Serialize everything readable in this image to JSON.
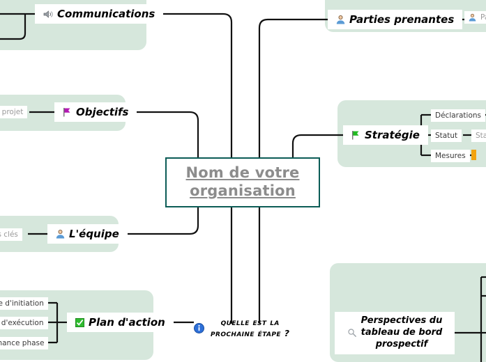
{
  "document": {
    "type": "mind-map",
    "language": "fr",
    "center": {
      "line1": "Nom de votre",
      "line2": "organisation",
      "border_color": "#0b5c56",
      "text_color": "#8c8c8c"
    },
    "panel_color": "#d6e7dc",
    "link_color": "#111111"
  },
  "branches": {
    "communications": {
      "label": "Communications",
      "icon": "speaker-icon"
    },
    "parties_prenantes": {
      "label": "Parties prenantes",
      "icon": "person-icon",
      "children": [
        {
          "label": "Par",
          "icon": "person-icon",
          "clipped": true
        }
      ]
    },
    "objectifs": {
      "label": "Objectifs",
      "icon": "flag-icon",
      "icon_color": "#b319b3",
      "children": [
        {
          "label": "du projet",
          "clipped": true
        }
      ]
    },
    "strategie": {
      "label": "Stratégie",
      "icon": "flag-icon",
      "icon_color": "#22bb22",
      "children": [
        {
          "label": "Déclarations"
        },
        {
          "label": "Statut",
          "child": {
            "label": "Sta",
            "clipped": true
          }
        },
        {
          "label": "Mesures"
        }
      ]
    },
    "equipe": {
      "label": "L'équipe",
      "icon": "person-icon",
      "children": [
        {
          "label": "es clés",
          "clipped": true
        }
      ]
    },
    "plan_action": {
      "label": "Plan d'action",
      "icon": "checkbox-icon",
      "icon_color": "#22bb22",
      "children": [
        {
          "label": "se d'initiation",
          "clipped": true
        },
        {
          "label": "e d'exécution",
          "clipped": true
        },
        {
          "label": "enance phase",
          "clipped": true
        }
      ]
    },
    "perspectives": {
      "label_line1": "Perspectives du",
      "label_line2": "tableau de bord",
      "label_line3": "prospectif",
      "icon": "magnifier-icon"
    }
  },
  "question": {
    "text_line1": "Quelle est la",
    "text_line2": "prochaine étape ?",
    "icon": "info-icon",
    "icon_color": "#2d6fd8"
  }
}
